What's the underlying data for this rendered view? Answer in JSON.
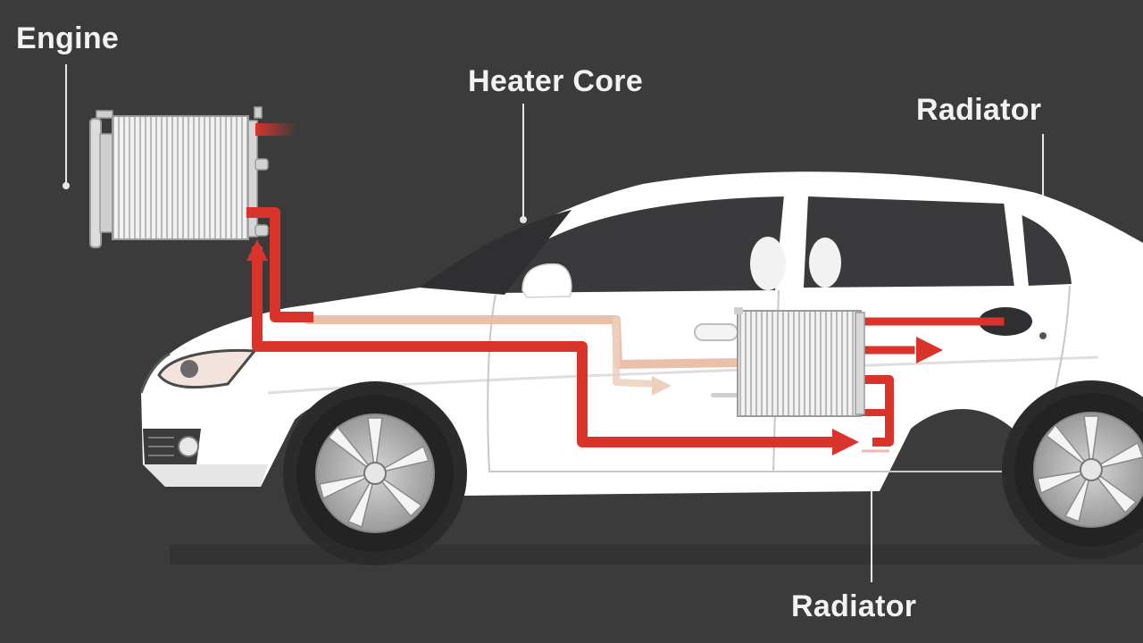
{
  "labels": {
    "engine": "Engine",
    "heater_core": "Heater Core",
    "radiator_top": "Radiator",
    "radiator_bottom": "Radiator"
  },
  "colors": {
    "background": "#3b3b3c",
    "car_body": "#ffffff",
    "window": "#3a3a3c",
    "hot_coolant": "#d8342c",
    "warm_coolant": "#e8b89a",
    "label_text": "#f2f2f2"
  }
}
